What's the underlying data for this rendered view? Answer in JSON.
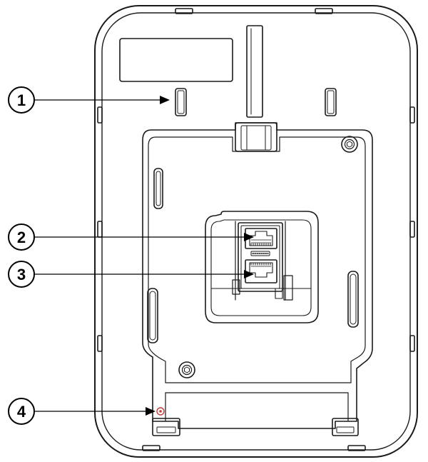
{
  "callouts": [
    {
      "label": "1",
      "target": "wall-mount-slot"
    },
    {
      "label": "2",
      "target": "ethernet-port-upper"
    },
    {
      "label": "3",
      "target": "ethernet-port-lower"
    },
    {
      "label": "4",
      "target": "reset-indicator"
    }
  ],
  "colors": {
    "outline": "#1a1a1a",
    "indicator": "#c23b3b",
    "background": "#ffffff"
  }
}
